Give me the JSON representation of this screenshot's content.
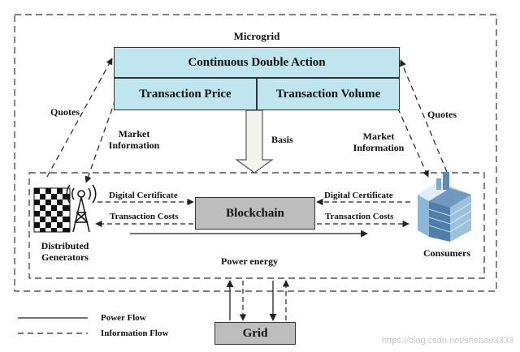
{
  "diagram": {
    "title": "Microgrid",
    "market_box": {
      "title": "Continuous Double Action",
      "left_cell": "Transaction Price",
      "right_cell": "Transaction Volume"
    },
    "basis_label": "Basis",
    "left": {
      "quotes": "Quotes",
      "market_info_line1": "Market",
      "market_info_line2": "Information",
      "node_line1": "Distributed",
      "node_line2": "Generators"
    },
    "right": {
      "quotes": "Quotes",
      "market_info_line1": "Market",
      "market_info_line2": "Information",
      "node": "Consumers"
    },
    "blockchain": {
      "label": "Blockchain",
      "left_digital_certificate": "Digital Certificate",
      "left_transaction_costs": "Transaction Costs",
      "right_digital_certificate": "Digital Certificate",
      "right_transaction_costs": "Transaction Costs"
    },
    "power_energy": "Power energy",
    "grid": "Grid",
    "legend": {
      "power_flow": "Power Flow",
      "information_flow": "Information Flow"
    },
    "watermark": "https://blog.csdn.net/shebao3333"
  }
}
